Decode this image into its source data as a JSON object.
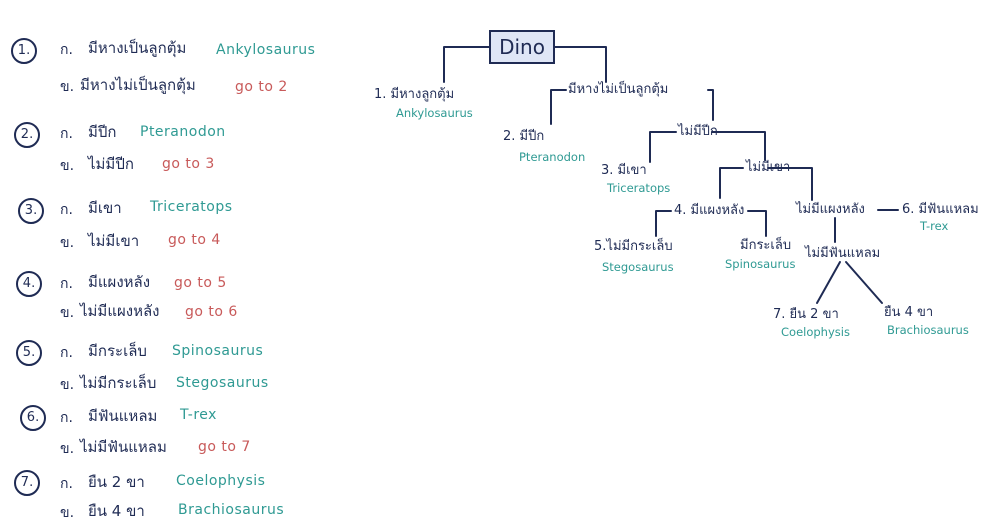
{
  "key": [
    {
      "num": "1.",
      "lines": [
        {
          "opt": "ก.",
          "text": "มีหางเป็นลูกตุ้ม",
          "result": "Ankylosaurus",
          "result_kind": "animal"
        },
        {
          "opt": "ข.",
          "text": "มีหางไม่เป็นลูกตุ้ม",
          "result": "go to 2",
          "result_kind": "goto"
        }
      ]
    },
    {
      "num": "2.",
      "lines": [
        {
          "opt": "ก.",
          "text": "มีปีก",
          "result": "Pteranodon",
          "result_kind": "animal"
        },
        {
          "opt": "ข.",
          "text": "ไม่มีปีก",
          "result": "go to 3",
          "result_kind": "goto"
        }
      ]
    },
    {
      "num": "3.",
      "lines": [
        {
          "opt": "ก.",
          "text": "มีเขา",
          "result": "Triceratops",
          "result_kind": "animal"
        },
        {
          "opt": "ข.",
          "text": "ไม่มีเขา",
          "result": "go to 4",
          "result_kind": "goto"
        }
      ]
    },
    {
      "num": "4.",
      "lines": [
        {
          "opt": "ก.",
          "text": "มีแผงหลัง",
          "result": "go to 5",
          "result_kind": "goto"
        },
        {
          "opt": "ข.",
          "text": "ไม่มีแผงหลัง",
          "result": "go to 6",
          "result_kind": "goto"
        }
      ]
    },
    {
      "num": "5.",
      "lines": [
        {
          "opt": "ก.",
          "text": "มีกระเล็บ",
          "result": "Spinosaurus",
          "result_kind": "animal"
        },
        {
          "opt": "ข.",
          "text": "ไม่มีกระเล็บ",
          "result": "Stegosaurus",
          "result_kind": "animal"
        }
      ]
    },
    {
      "num": "6.",
      "lines": [
        {
          "opt": "ก.",
          "text": "มีฟันแหลม",
          "result": "T-rex",
          "result_kind": "animal"
        },
        {
          "opt": "ข.",
          "text": "ไม่มีฟันแหลม",
          "result": "go to 7",
          "result_kind": "goto"
        }
      ]
    },
    {
      "num": "7.",
      "lines": [
        {
          "opt": "ก.",
          "text": "ยืน 2 ขา",
          "result": "Coelophysis",
          "result_kind": "animal"
        },
        {
          "opt": "ข.",
          "text": "ยืน 4 ขา",
          "result": "Brachiosaurus",
          "result_kind": "animal"
        }
      ]
    }
  ],
  "tree": {
    "root": "Dino",
    "nodes": {
      "n1": "1. มีหางลูกตุ้ม",
      "n1_result": "Ankylosaurus",
      "n_tail_no": "มีหางไม่เป็นลูกตุ้ม",
      "n2": "2. มีปีก",
      "n2_result": "Pteranodon",
      "n_wing_no": "ไม่มีปีก",
      "n3": "3. มีเขา",
      "n3_result": "Triceratops",
      "n_horn_no": "ไม่มีเขา",
      "n4": "4. มีแผงหลัง",
      "n_plate_no": "ไม่มีแผงหลัง",
      "n5": "5.ไม่มีกระเล็บ",
      "n5_result": "Stegosaurus",
      "n5b": "มีกระเล็บ",
      "n5b_result": "Spinosaurus",
      "n6": "6. มีฟันแหลม",
      "n6_result": "T-rex",
      "n_teeth_no": "ไม่มีฟันแหลม",
      "n7": "7. ยืน 2 ขา",
      "n7_result": "Coelophysis",
      "n7b": "ยืน 4 ขา",
      "n7b_result": "Brachiosaurus"
    }
  },
  "colors": {
    "ink": "#1f2b54",
    "teal": "#2f9a93",
    "red": "#c85a5a",
    "root_fill": "#dfe6f6"
  }
}
